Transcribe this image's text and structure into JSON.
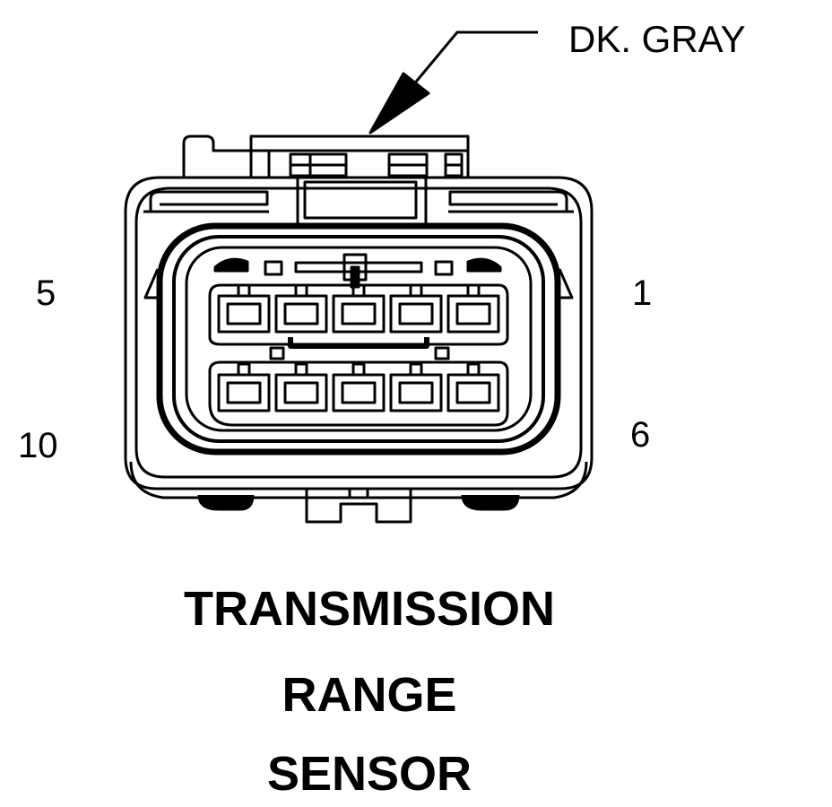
{
  "wire": {
    "color_label": "DK. GRAY"
  },
  "pins": {
    "top_left": "5",
    "top_right": "1",
    "bottom_left": "10",
    "bottom_right": "6"
  },
  "title": {
    "line1": "TRANSMISSION",
    "line2": "RANGE",
    "line3": "SENSOR"
  }
}
